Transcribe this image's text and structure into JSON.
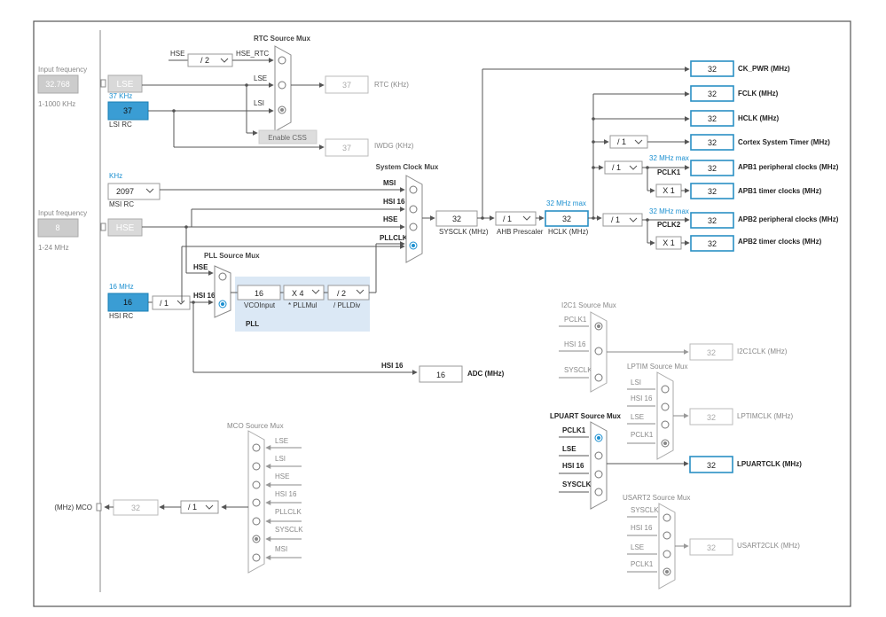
{
  "rtc_mux": {
    "title": "RTC Source Mux",
    "hse_in": "HSE",
    "div": "/ 2",
    "hse_rtc": "HSE_RTC",
    "lse": "LSE",
    "lsi": "LSI",
    "out_value": "37",
    "out_label": "RTC (KHz)",
    "enable_css": "Enable CSS",
    "iwdg_value": "37",
    "iwdg_label": "IWDG (KHz)"
  },
  "lse": {
    "caption": "Input frequency",
    "value": "32.768",
    "range": "1-1000 KHz",
    "block": "LSE"
  },
  "lsi": {
    "freq": "37 KHz",
    "value": "37",
    "name": "LSI RC"
  },
  "msi": {
    "unit": "KHz",
    "value": "2097",
    "name": "MSI RC"
  },
  "hse": {
    "caption": "Input frequency",
    "value": "8",
    "range": "1-24 MHz",
    "block": "HSE"
  },
  "hsi": {
    "freq": "16 MHz",
    "value": "16",
    "name": "HSI RC",
    "div": "/ 1"
  },
  "pll": {
    "mux_title": "PLL Source Mux",
    "hse": "HSE",
    "hsi16": "HSI 16",
    "vco_value": "16",
    "vco_label": "VCOInput",
    "mul": "X 4",
    "mul_label": "* PLLMul",
    "div": "/ 2",
    "div_label": "/ PLLDiv",
    "name": "PLL"
  },
  "sysclk_mux": {
    "title": "System Clock Mux",
    "msi": "MSI",
    "hsi16": "HSI 16",
    "hse": "HSE",
    "pllclk": "PLLCLK"
  },
  "sysclk": {
    "value": "32",
    "label": "SYSCLK (MHz)"
  },
  "ahb": {
    "value": "/ 1",
    "label": "AHB Prescaler"
  },
  "hclk": {
    "max": "32 MHz max",
    "value": "32",
    "label": "HCLK (MHz)"
  },
  "outputs": {
    "ck_pwr": {
      "value": "32",
      "label": "CK_PWR (MHz)"
    },
    "fclk": {
      "value": "32",
      "label": "FCLK (MHz)"
    },
    "hclk_out": {
      "value": "32",
      "label": "HCLK (MHz)"
    },
    "cortex": {
      "div": "/ 1",
      "value": "32",
      "label": "Cortex System Timer (MHz)"
    },
    "apb1": {
      "div": "/ 1",
      "max": "32 MHz max",
      "pclk": "PCLK1",
      "value": "32",
      "label": "APB1 peripheral clocks (MHz)"
    },
    "apb1_timer": {
      "mul": "X 1",
      "value": "32",
      "label": "APB1 timer clocks (MHz)"
    },
    "apb2": {
      "div": "/ 1",
      "max": "32 MHz max",
      "pclk": "PCLK2",
      "value": "32",
      "label": "APB2 peripheral clocks (MHz)"
    },
    "apb2_timer": {
      "mul": "X 1",
      "value": "32",
      "label": "APB2 timer clocks (MHz)"
    }
  },
  "adc": {
    "in": "HSI 16",
    "value": "16",
    "label": "ADC (MHz)"
  },
  "i2c1": {
    "title": "I2C1 Source Mux",
    "pclk1": "PCLK1",
    "hsi16": "HSI 16",
    "sysclk": "SYSCLK",
    "value": "32",
    "label": "I2C1CLK (MHz)"
  },
  "lptim": {
    "title": "LPTIM Source Mux",
    "lsi": "LSI",
    "hsi16": "HSI 16",
    "lse": "LSE",
    "pclk1": "PCLK1",
    "value": "32",
    "label": "LPTIMCLK (MHz)"
  },
  "lpuart": {
    "title": "LPUART Source Mux",
    "pclk1": "PCLK1",
    "lse": "LSE",
    "hsi16": "HSI 16",
    "sysclk": "SYSCLK",
    "value": "32",
    "label": "LPUARTCLK (MHz)"
  },
  "usart2": {
    "title": "USART2 Source Mux",
    "sysclk": "SYSCLK",
    "hsi16": "HSI 16",
    "lse": "LSE",
    "pclk1": "PCLK1",
    "value": "32",
    "label": "USART2CLK (MHz)"
  },
  "mco": {
    "title": "MCO Source Mux",
    "lse": "LSE",
    "lsi": "LSI",
    "hse": "HSE",
    "hsi16": "HSI 16",
    "pllclk": "PLLCLK",
    "sysclk": "SYSCLK",
    "msi": "MSI",
    "div": "/ 1",
    "value": "32",
    "label": "(MHz) MCO"
  }
}
